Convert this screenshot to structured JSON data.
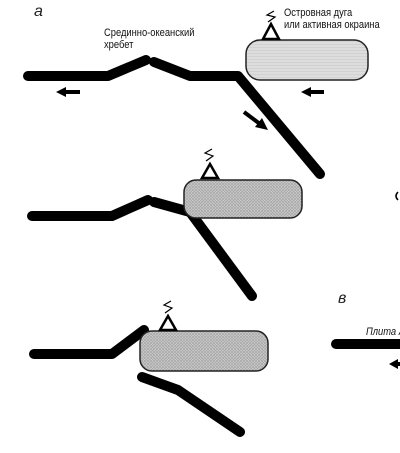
{
  "labels": {
    "panel_a": "а",
    "panel_v": "в",
    "ridge_line1": "Срединно-океанский",
    "ridge_line2": "хребет",
    "arc_line1": "Островная дуга",
    "arc_line2": "или активная окраина",
    "plate": "Плита А"
  },
  "colors": {
    "plate": "#000000",
    "block_fill": "#bdbdbd",
    "block_stroke": "#222222",
    "volcano_stroke": "#000000"
  },
  "icons": {
    "volcano": "volcano-triangle-icon",
    "arrow": "motion-arrow-icon"
  }
}
